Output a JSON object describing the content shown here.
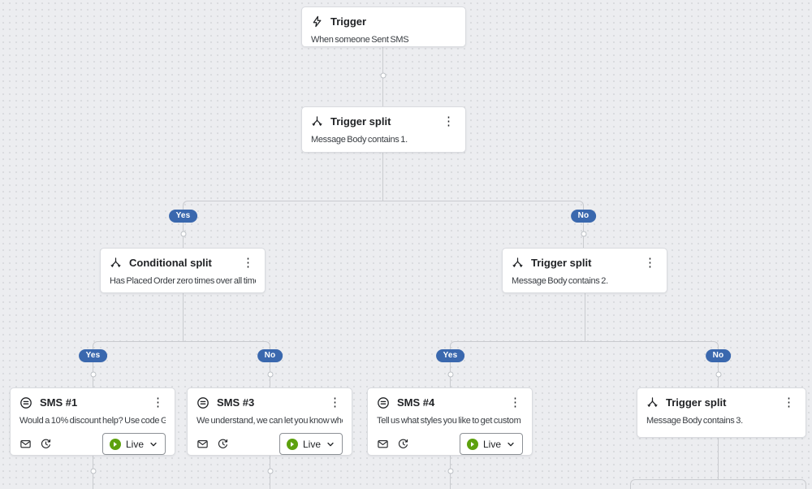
{
  "colors": {
    "canvas_bg": "#ecedf0",
    "line": "#c9cbcf",
    "badge_blue": "#3a68ae",
    "live_green": "#5da10e"
  },
  "badges": {
    "yes": "Yes",
    "no": "No"
  },
  "ui": {
    "kebab_glyph": "⋮"
  },
  "nodes": {
    "trigger": {
      "title": "Trigger",
      "body": "When someone Sent SMS"
    },
    "trigger_split_1": {
      "title": "Trigger split",
      "body": "Message Body contains 1."
    },
    "conditional_split": {
      "title": "Conditional split",
      "body": "Has Placed Order zero times over all time."
    },
    "trigger_split_2": {
      "title": "Trigger split",
      "body": "Message Body contains 2."
    },
    "sms_1": {
      "title": "SMS #1",
      "body": "Would a 10% discount help? Use code G...",
      "status": "Live"
    },
    "sms_3": {
      "title": "SMS #3",
      "body": "We understand, we can let you know whe...",
      "status": "Live"
    },
    "sms_4": {
      "title": "SMS #4",
      "body": "Tell us what styles you like to get custom ...",
      "status": "Live"
    },
    "trigger_split_3": {
      "title": "Trigger split",
      "body": "Message Body contains 3."
    }
  }
}
